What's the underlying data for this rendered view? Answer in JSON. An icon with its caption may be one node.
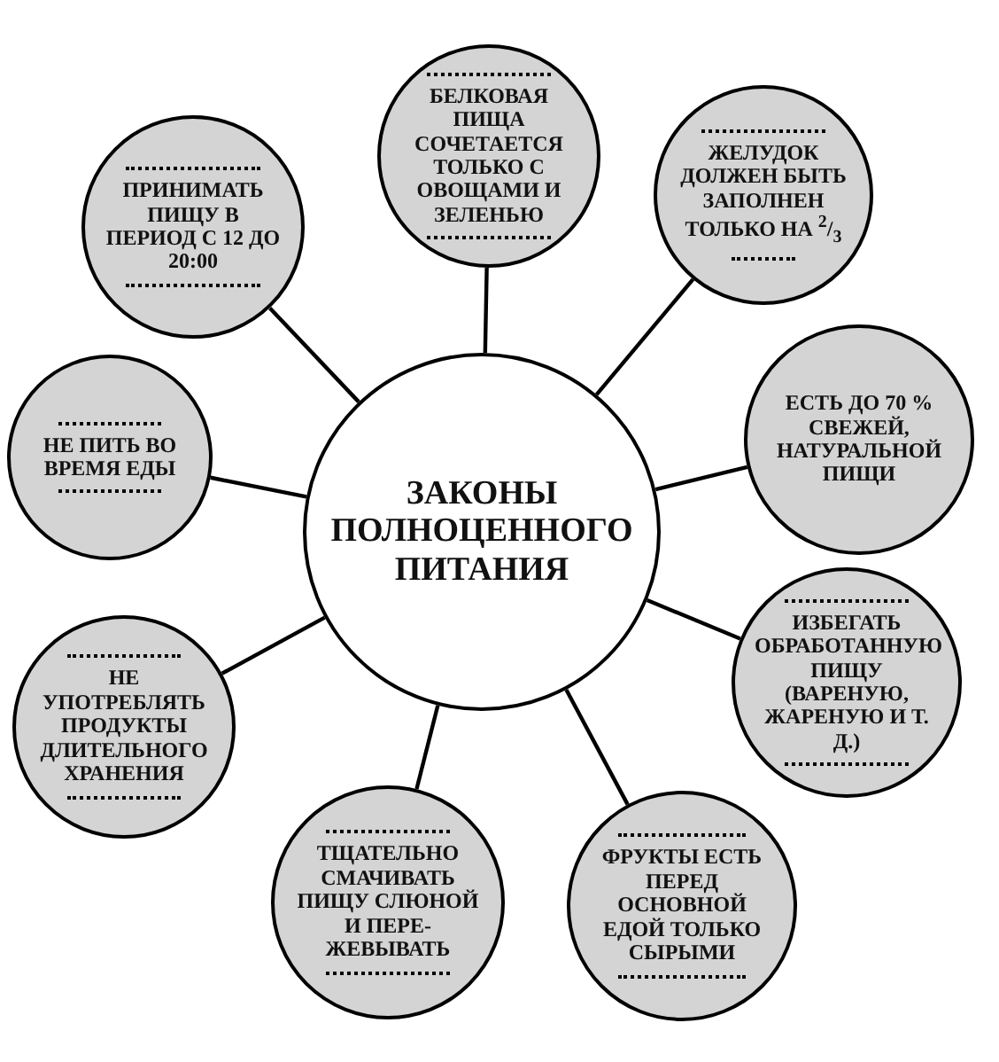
{
  "diagram": {
    "nodes": [
      {
        "text": [
          "ЗАКОНЫ ПОЛНОЦЕННОГО ПИТАНИЯ"
        ]
      },
      {
        "text": [
          "БЕЛКОВАЯ ПИЩА СОЧЕТАЕТСЯ ТОЛЬКО С ОВОЩАМИ И ЗЕЛЕНЬЮ"
        ]
      },
      {
        "text": [
          "ЖЕЛУДОК ДОЛЖЕН БЫТЬ ЗАПОЛНЕН ТОЛЬКО НА $^{2}$/$_{3}$"
        ]
      },
      {
        "text": [
          "ЕСТЬ ДО 70 % СВЕЖЕЙ, НАТУРАЛЬНОЙ ПИЩИ"
        ]
      },
      {
        "text": [
          "ИЗБЕГАТЬ ОБРАБОТАННУЮ ПИЩУ (ВАРЕНУЮ, ЖАРЕНУЮ И Т. Д.)"
        ]
      },
      {
        "text": [
          "ФРУКТЫ ЕСТЬ ПЕРЕД ОСНОВНОЙ ЕДОЙ ТОЛЬКО СЫРЫМИ"
        ]
      },
      {
        "text": [
          "ТЩАТЕЛЬНО СМАЧИВАТЬ ПИЩУ СЛЮНОЙ И ПЕРЕ- ЖЕВЫВАТЬ"
        ]
      },
      {
        "text": [
          "НЕ УПОТРЕБЛЯТЬ ПРОДУКТЫ ДЛИТЕЛЬНОГО ХРАНЕНИЯ"
        ]
      },
      {
        "text": [
          "НЕ ПИТЬ ВО ВРЕМЯ ЕДЫ"
        ]
      },
      {
        "text": [
          "ПРИНИМАТЬ ПИЩУ В ПЕРИОД С 12 ДО 20:00"
        ]
      }
    ],
    "edges": [
      {
        "from": 0,
        "to": 1,
        "arrow": "none"
      },
      {
        "from": 0,
        "to": 2,
        "arrow": "none"
      },
      {
        "from": 0,
        "to": 3,
        "arrow": "none"
      },
      {
        "from": 0,
        "to": 4,
        "arrow": "none"
      },
      {
        "from": 0,
        "to": 5,
        "arrow": "none"
      },
      {
        "from": 0,
        "to": 6,
        "arrow": "none"
      },
      {
        "from": 0,
        "to": 7,
        "arrow": "none"
      },
      {
        "from": 0,
        "to": 8,
        "arrow": "none"
      },
      {
        "from": 0,
        "to": 9,
        "arrow": "none"
      }
    ]
  }
}
